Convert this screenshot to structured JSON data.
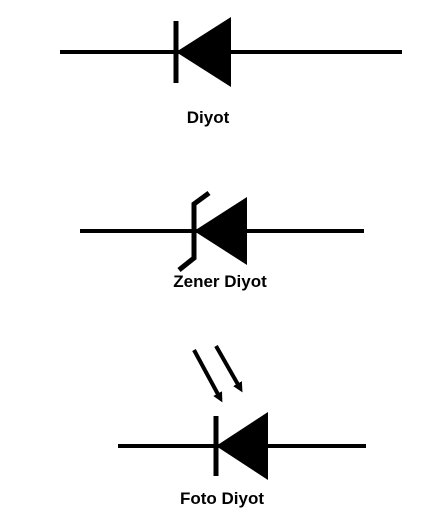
{
  "symbols": [
    {
      "id": "diode",
      "label": "Diyot"
    },
    {
      "id": "zener",
      "label": "Zener Diyot"
    },
    {
      "id": "photo",
      "label": "Foto Diyot"
    }
  ],
  "colors": {
    "stroke": "#000000",
    "background": "#ffffff"
  }
}
